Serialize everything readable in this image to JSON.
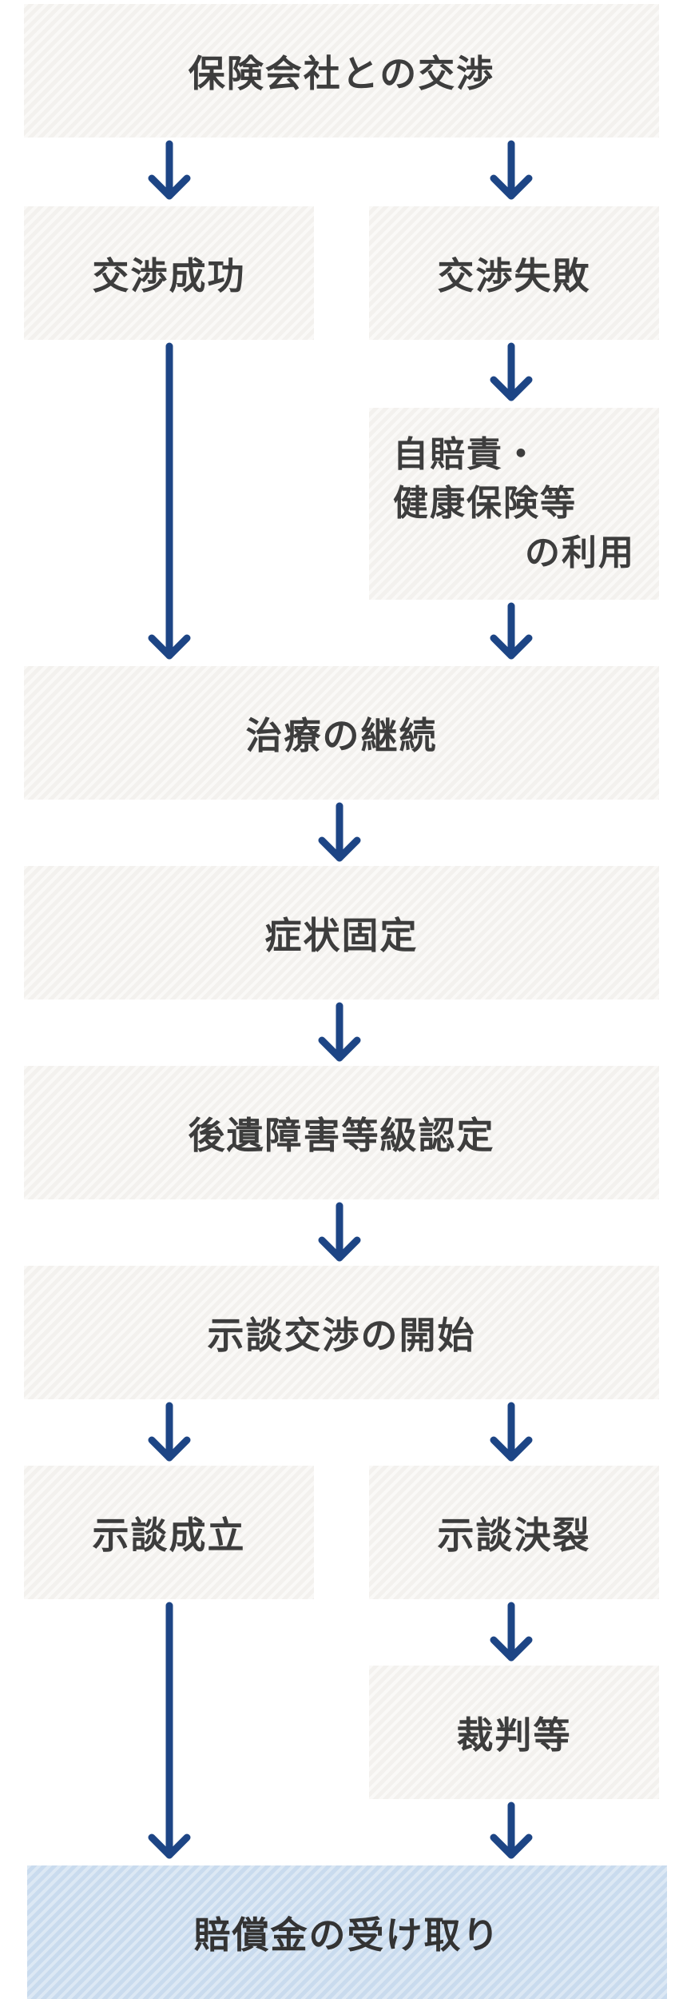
{
  "flow": {
    "negotiation": "保険会社との交渉",
    "negotiation_success": "交渉成功",
    "negotiation_failure": "交渉失敗",
    "insurance_use": {
      "line1": "自賠責・",
      "line2": "健康保険等",
      "line3": "の利用"
    },
    "treatment": "治療の継続",
    "symptom_fixed": "症状固定",
    "disability_grade": "後遺障害等級認定",
    "settlement_start": "示談交渉の開始",
    "settlement_success": "示談成立",
    "settlement_failure": "示談決裂",
    "lawsuit": "裁判等",
    "compensation": "賠償金の受け取り"
  },
  "colors": {
    "arrow": "#1d4585",
    "box": "#f3f1ee",
    "final_box": "#c9dbee",
    "text": "#3d3d3d"
  }
}
